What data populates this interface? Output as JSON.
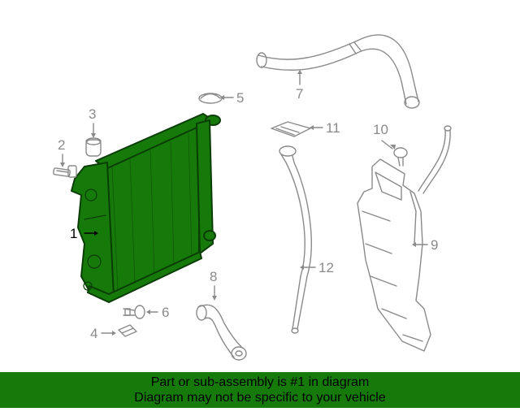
{
  "callouts": {
    "c1": "1",
    "c2": "2",
    "c3": "3",
    "c4": "4",
    "c5": "5",
    "c6": "6",
    "c7": "7",
    "c8": "8",
    "c9": "9",
    "c10": "10",
    "c11": "11",
    "c12": "12"
  },
  "banner": {
    "line1": "Part or sub-assembly is #1 in diagram",
    "line2": "Diagram may not be specific to your vehicle"
  },
  "colors": {
    "highlight": "#167a0a",
    "outline": "#8a8a8a",
    "banner": "#167a0a"
  }
}
